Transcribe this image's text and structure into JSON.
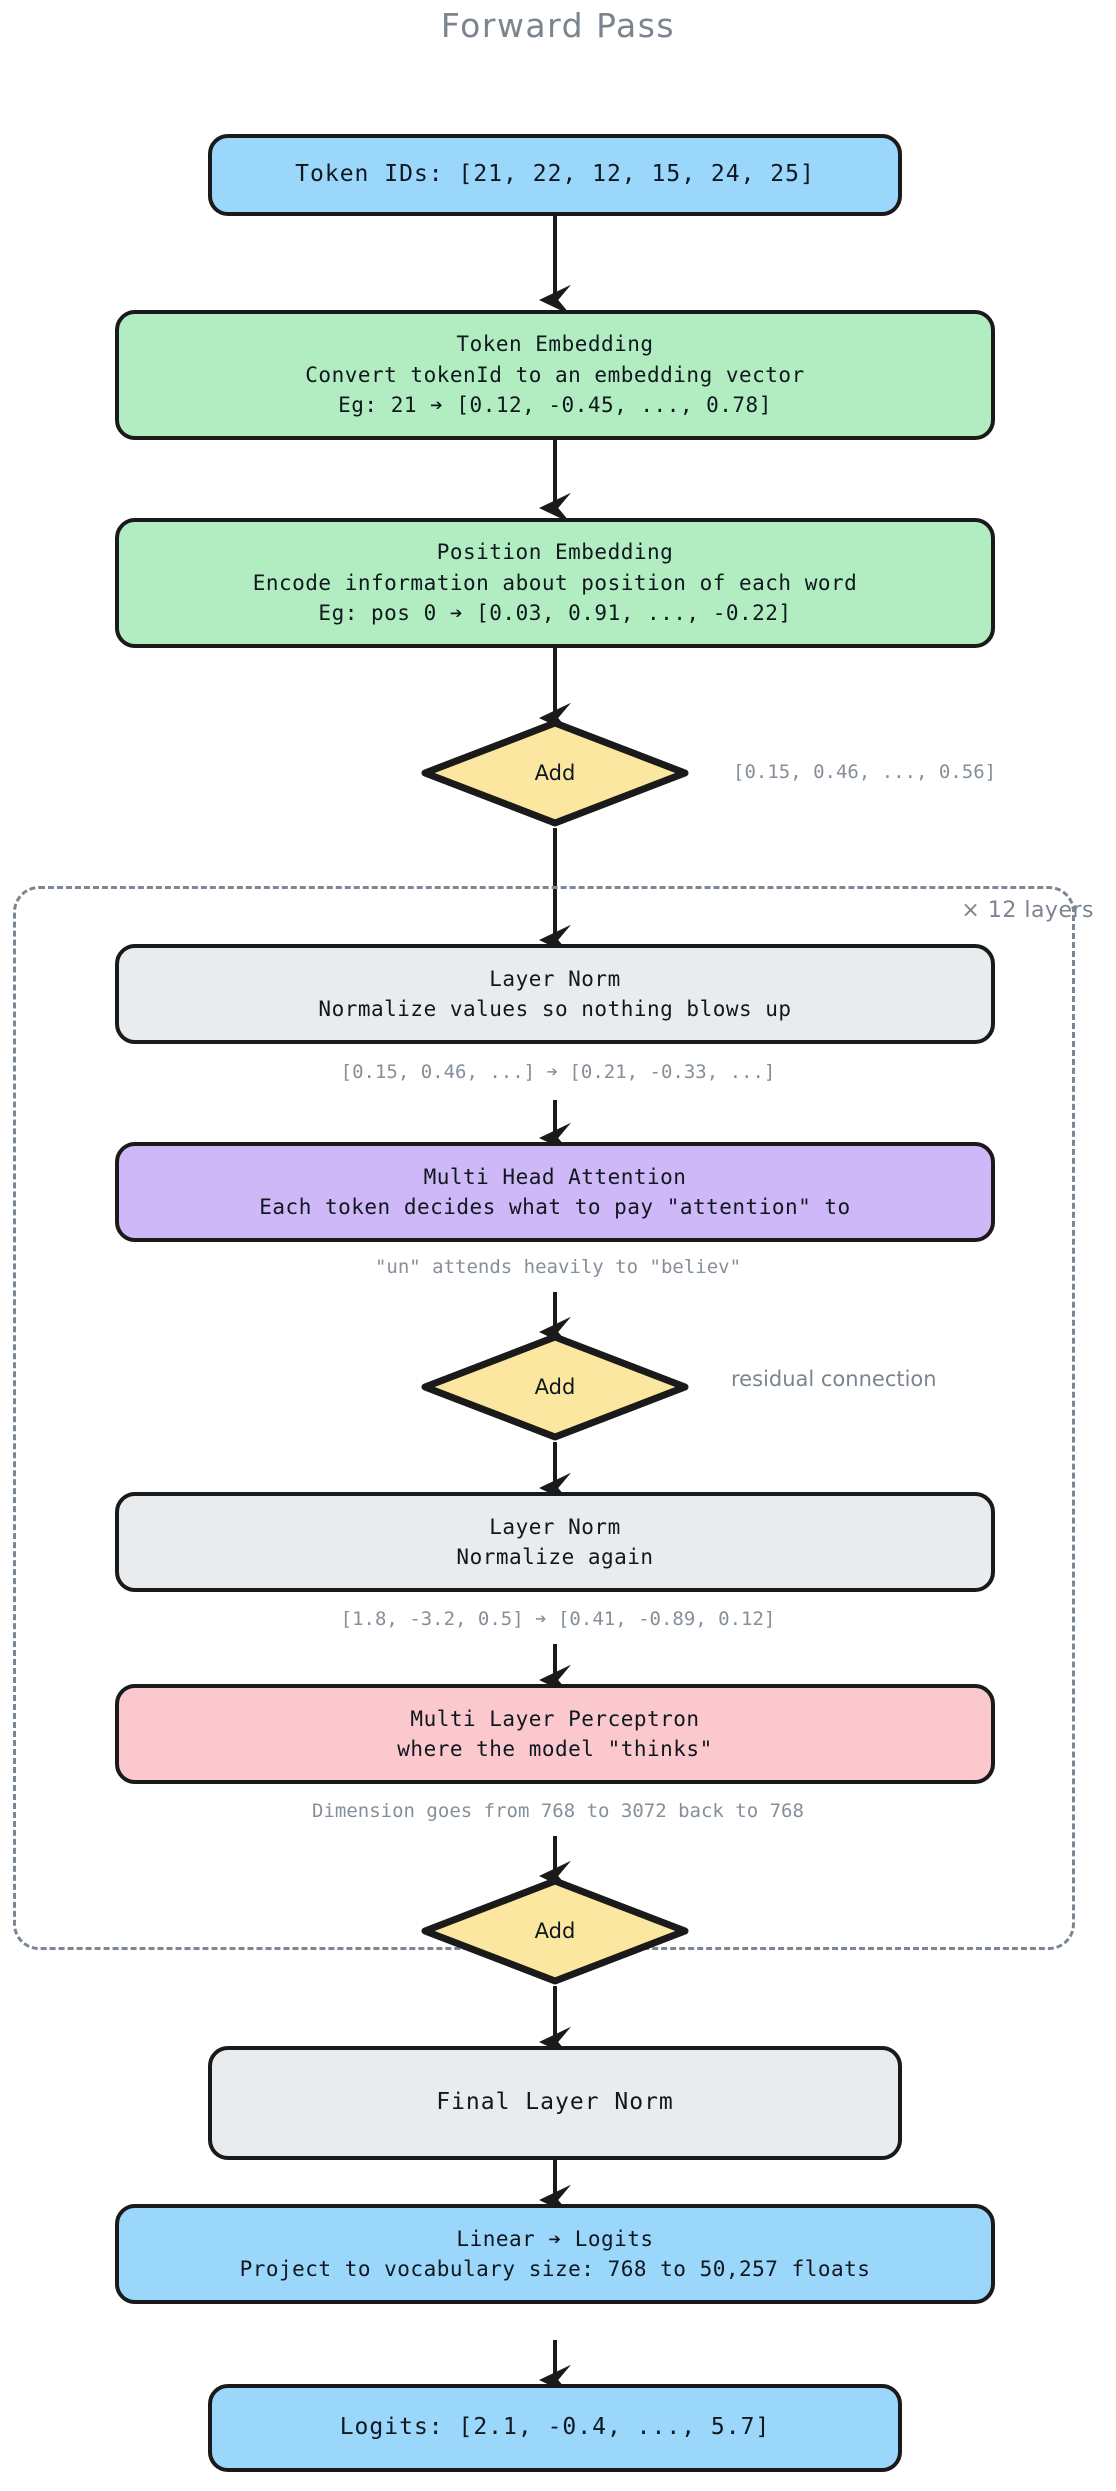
{
  "title": "Forward Pass",
  "layers_group": {
    "label": "× 12 layers"
  },
  "nodes": {
    "token_ids": {
      "line1": "Token IDs: [21, 22, 12, 15, 24, 25]"
    },
    "token_emb": {
      "line1": "Token Embedding",
      "line2": "Convert tokenId to an embedding vector",
      "line3": "Eg: 21 ➔ [0.12, -0.45, ..., 0.78]"
    },
    "position_emb": {
      "line1": "Position Embedding",
      "line2": "Encode information about position of each word",
      "line3": "Eg: pos 0 ➔ [0.03, 0.91, ..., -0.22]"
    },
    "add1": {
      "label": "Add"
    },
    "layer_norm_1": {
      "line1": "Layer Norm",
      "line2": "Normalize values so nothing blows up"
    },
    "attention": {
      "line1": "Multi Head Attention",
      "line2": "Each token decides what to pay \"attention\" to"
    },
    "add2": {
      "label": "Add"
    },
    "layer_norm_2": {
      "line1": "Layer Norm",
      "line2": "Normalize again"
    },
    "mlp": {
      "line1": "Multi Layer Perceptron",
      "line2": "where the model \"thinks\""
    },
    "add3": {
      "label": "Add"
    },
    "final_norm": {
      "line1": "Final Layer Norm"
    },
    "linear": {
      "line1": "Linear ➔ Logits",
      "line2": "Project to vocabulary size: 768 to 50,257 floats"
    },
    "logits": {
      "line1": "Logits: [2.1, -0.4, ..., 5.7]"
    }
  },
  "annotations": {
    "add1_vector": "[0.15, 0.46, ..., 0.56]",
    "layer_norm_1_io": "[0.15, 0.46, ...] ➔ [0.21, -0.33, ...]",
    "attention_example": "\"un\" attends heavily to \"believ\"",
    "residual": "residual connection",
    "layer_norm_2_io": "[1.8, -3.2, 0.5] ➔ [0.41, -0.89, 0.12]",
    "mlp_dimension": "Dimension goes from 768 to 3072 back to 768"
  },
  "colors": {
    "blue": "#9bd6fb",
    "green": "#b2edc1",
    "gray": "#e8ecee",
    "purple": "#ceb8f7",
    "pink": "#fbc8ce",
    "yellow": "#fbe79f",
    "stroke": "#1a1a1a",
    "annotation_text": "#858f99",
    "dashed_border": "#7b8894"
  }
}
